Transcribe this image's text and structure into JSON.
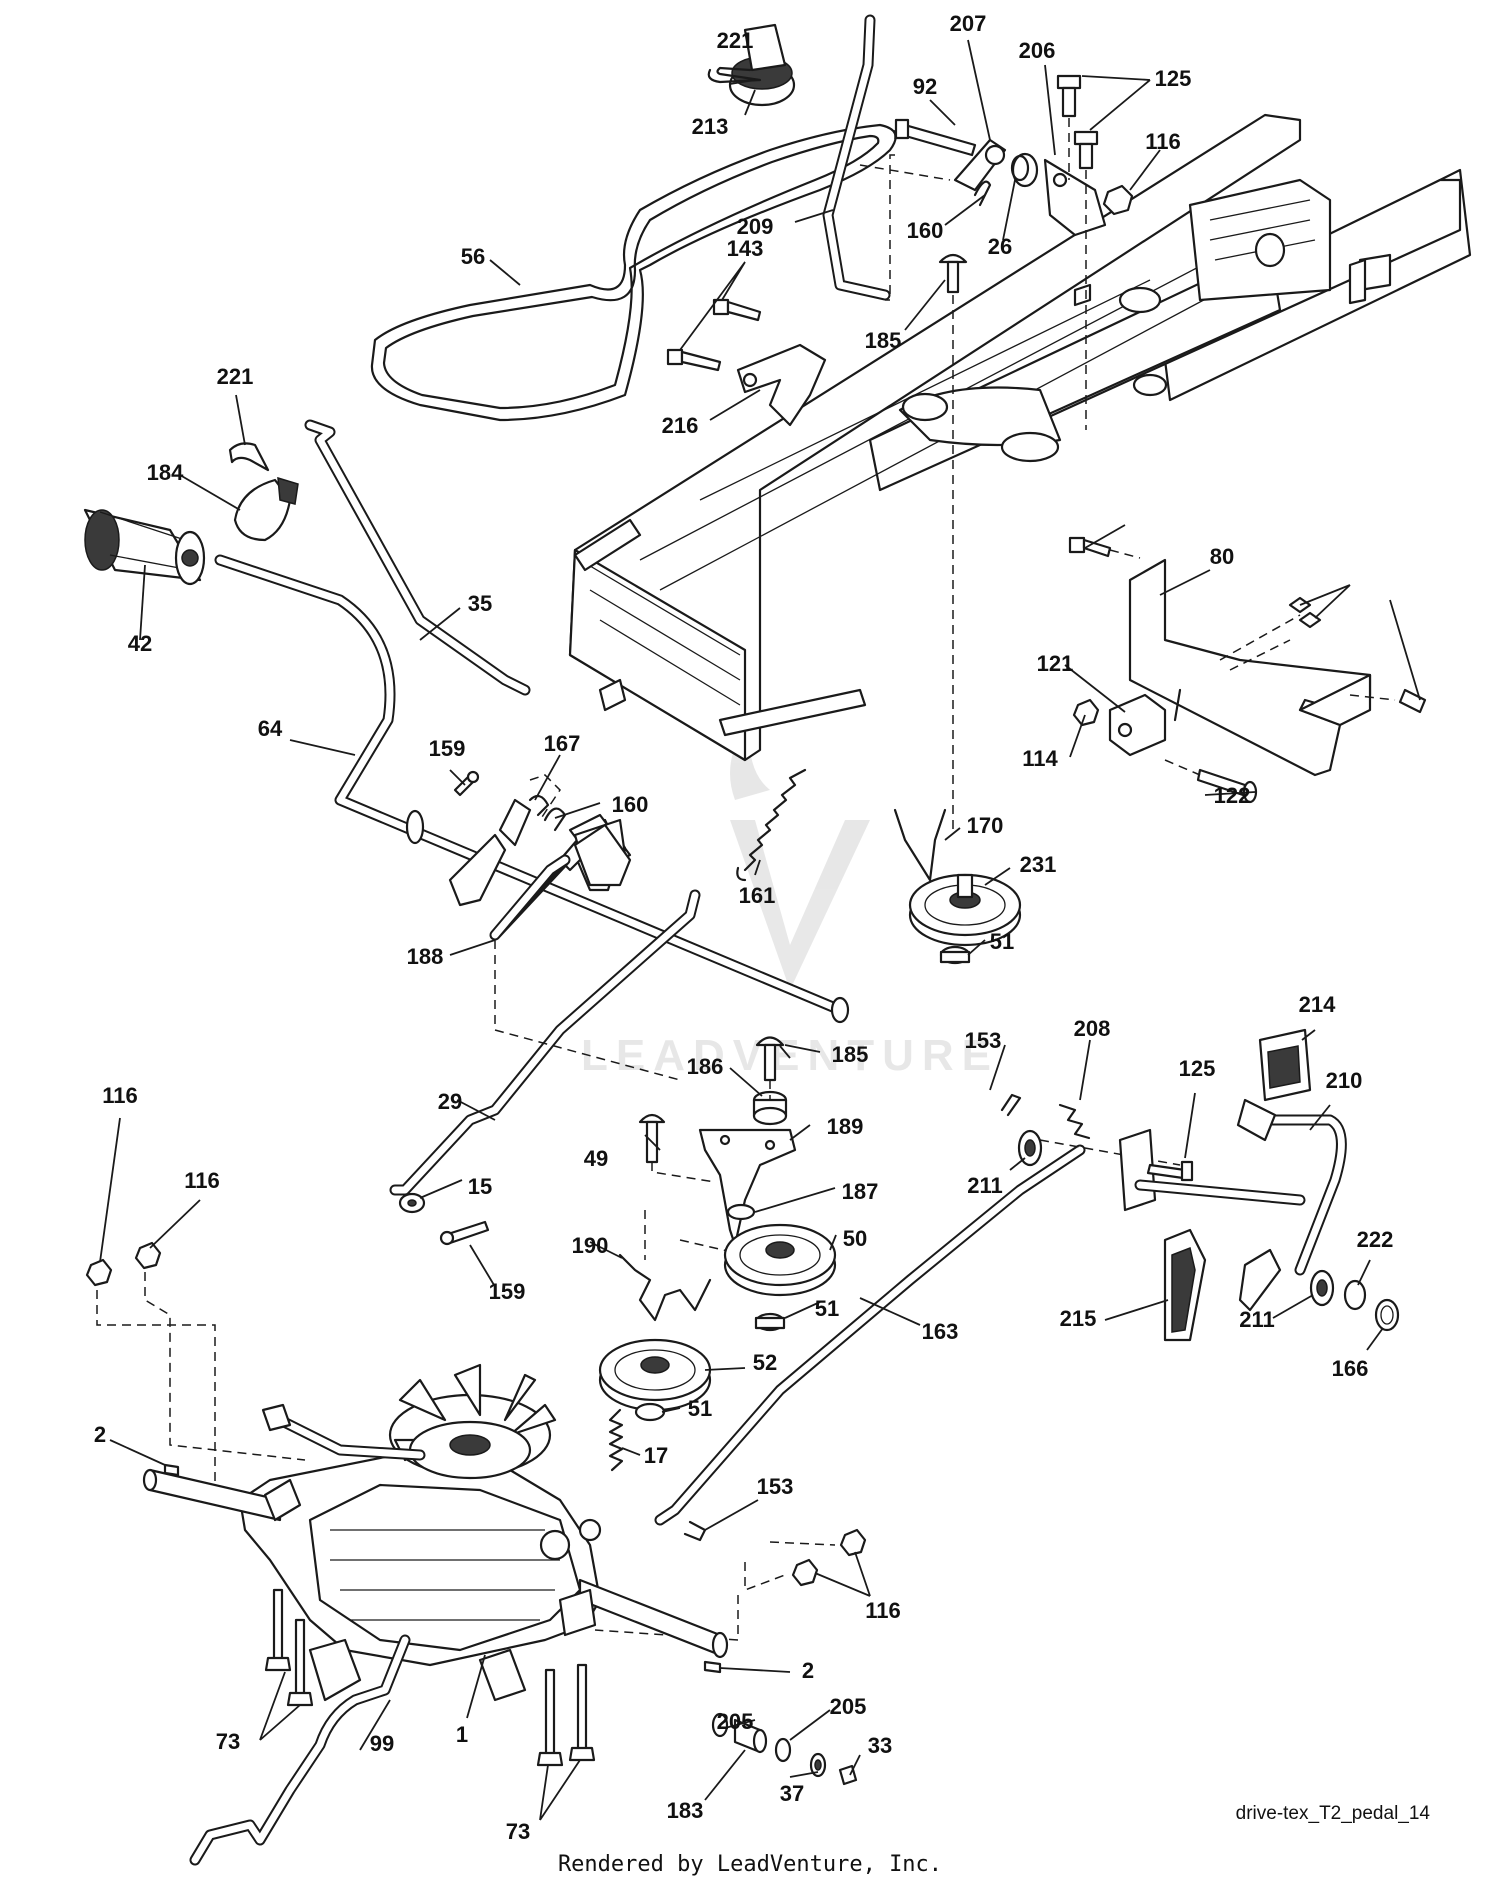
{
  "diagram_code": "drive-tex_T2_pedal_14",
  "credit": "Rendered by LeadVenture, Inc.",
  "watermark_text": "LEADVENTURE",
  "callouts": [
    "221",
    "213",
    "209",
    "207",
    "92",
    "206",
    "125",
    "116",
    "160",
    "26",
    "56",
    "143",
    "185",
    "216",
    "221",
    "184",
    "42",
    "35",
    "64",
    "159",
    "167",
    "160",
    "161",
    "188",
    "80",
    "121",
    "114",
    "122",
    "170",
    "231",
    "51",
    "29",
    "15",
    "159",
    "186",
    "185",
    "189",
    "49",
    "187",
    "190",
    "50",
    "51",
    "52",
    "51",
    "17",
    "153",
    "208",
    "214",
    "125",
    "210",
    "211",
    "211",
    "222",
    "166",
    "163",
    "215",
    "153",
    "116",
    "116",
    "2",
    "116",
    "2",
    "205",
    "205",
    "73",
    "99",
    "1",
    "183",
    "37",
    "33",
    "73"
  ]
}
